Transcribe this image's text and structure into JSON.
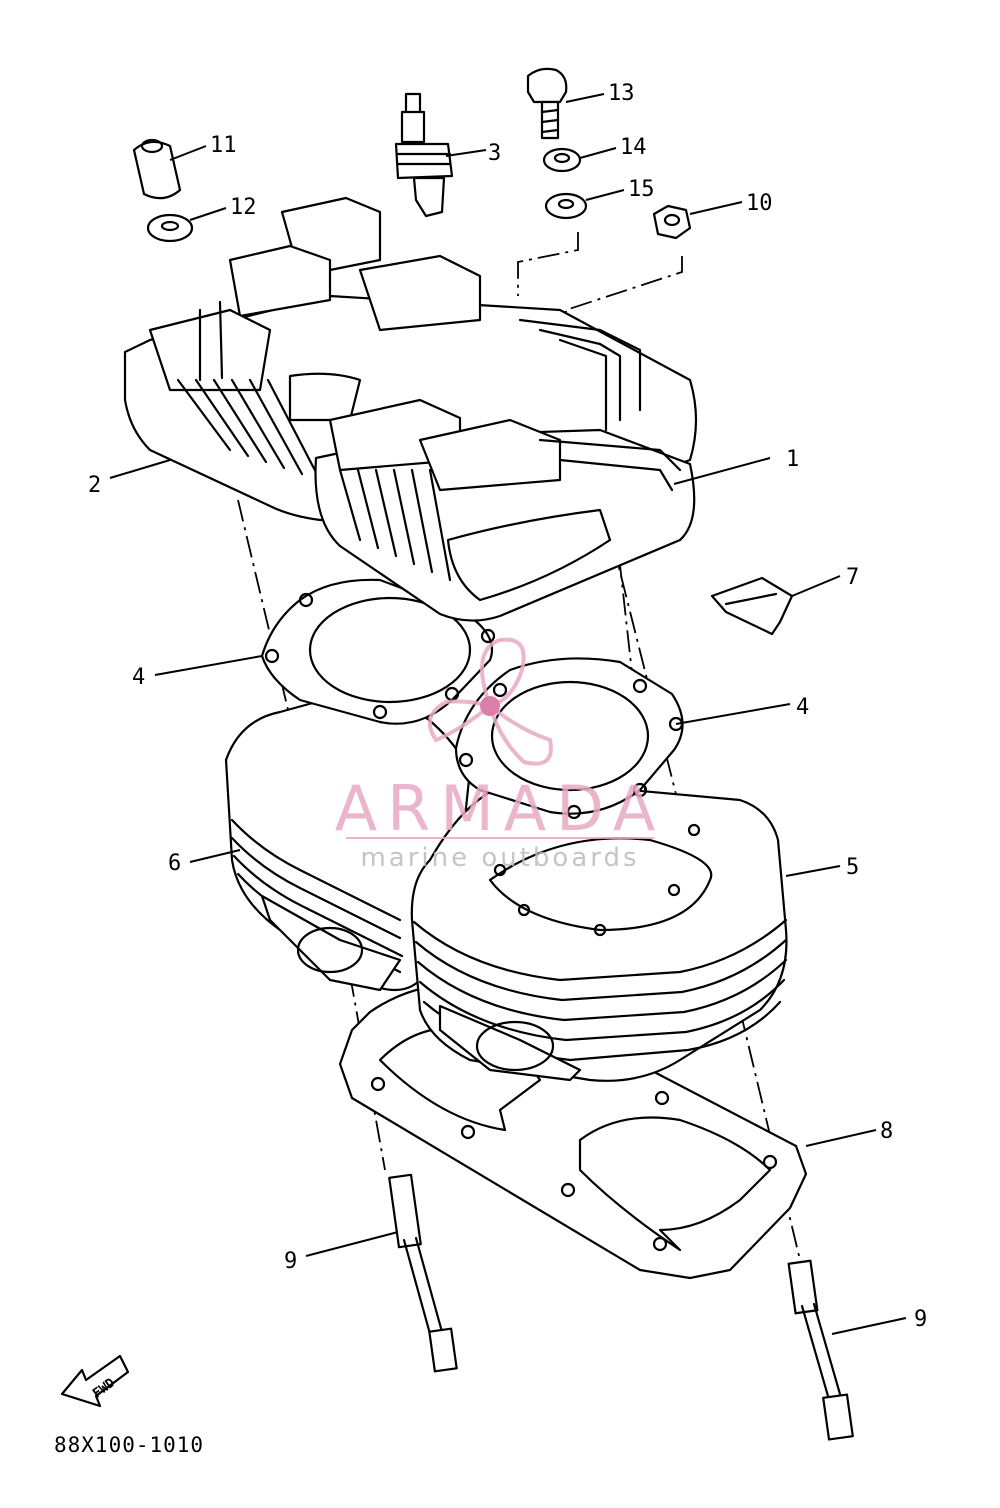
{
  "diagram": {
    "drawing_code": "88X100-1010",
    "fwd_badge": "FWD",
    "callouts": [
      "1",
      "2",
      "3",
      "4",
      "4",
      "5",
      "6",
      "7",
      "8",
      "9",
      "9",
      "10",
      "11",
      "12",
      "13",
      "14",
      "15"
    ]
  },
  "watermark": {
    "brand": "ARMADA",
    "tagline": "marine outboards",
    "color": "#e8a9c4"
  }
}
